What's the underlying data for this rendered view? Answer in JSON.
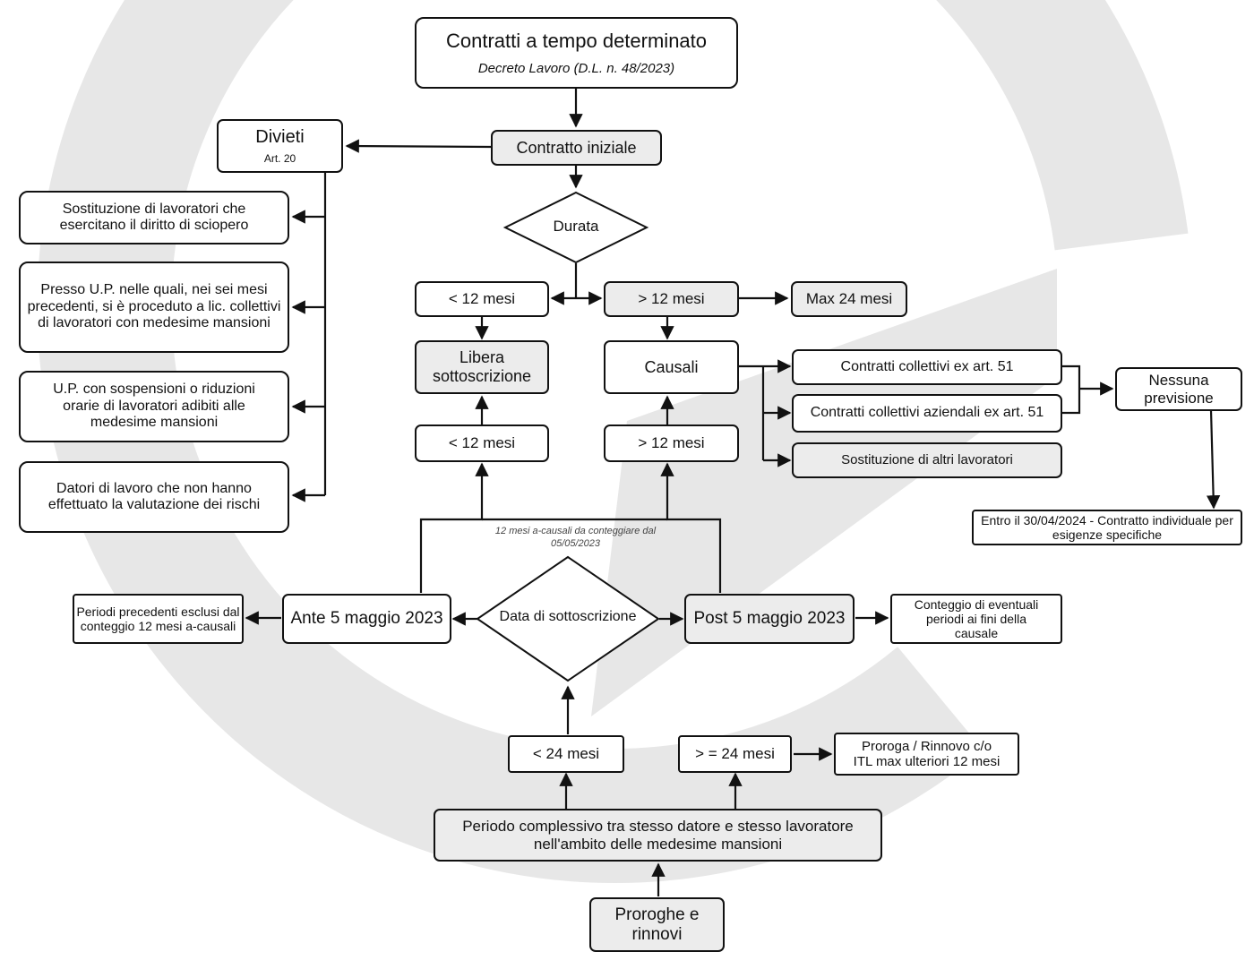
{
  "title": {
    "main": "Contratti a tempo determinato",
    "subtitle": "Decreto Lavoro (D.L. n. 48/2023)"
  },
  "contratto_iniziale": "Contratto iniziale",
  "divieti": {
    "title": "Divieti",
    "article": "Art. 20",
    "items": [
      "Sostituzione di lavoratori che esercitano il diritto di sciopero",
      "Presso U.P. nelle quali, nei sei mesi precedenti, si è proceduto a lic. collettivi di lavoratori con medesime mansioni",
      "U.P. con sospensioni o riduzioni orarie di lavoratori adibiti alle medesime mansioni",
      "Datori di lavoro che non hanno effettuato la valutazione dei rischi"
    ]
  },
  "durata": "Durata",
  "lt12_top": "< 12 mesi",
  "gt12_top": "> 12 mesi",
  "max24": "Max 24 mesi",
  "libera": "Libera sottoscrizione",
  "causali": "Causali",
  "causali_items": [
    "Contratti collettivi ex art. 51",
    "Contratti collettivi aziendali ex art. 51",
    "Sostituzione di altri lavoratori"
  ],
  "nessuna": "Nessuna previsione",
  "entro": "Entro il 30/04/2024 - Contratto individuale per esigenze specifiche",
  "lt12_mid": "< 12 mesi",
  "gt12_mid": "> 12 mesi",
  "note_12": "12 mesi a-causali da conteggiare dal 05/05/2023",
  "data_sottoscrizione": "Data di sottoscrizione",
  "ante": "Ante 5 maggio 2023",
  "post": "Post 5 maggio 2023",
  "periodi_esclusi": "Periodi precedenti esclusi dal conteggio 12 mesi a-causali",
  "conteggio": "Conteggio di eventuali periodi ai fini della causale",
  "lt24": "< 24 mesi",
  "gte24": "> = 24 mesi",
  "proroga_itl": "Proroga / Rinnovo c/o ITL max ulteriori 12 mesi",
  "periodo_complessivo": "Periodo complessivo tra stesso datore e stesso lavoratore nell'ambito delle medesime mansioni",
  "proroghe": "Proroghe e rinnovi",
  "colors": {
    "box_fill_grey": "#ececec",
    "line": "#111111",
    "watermark": "#e6e6e6"
  }
}
